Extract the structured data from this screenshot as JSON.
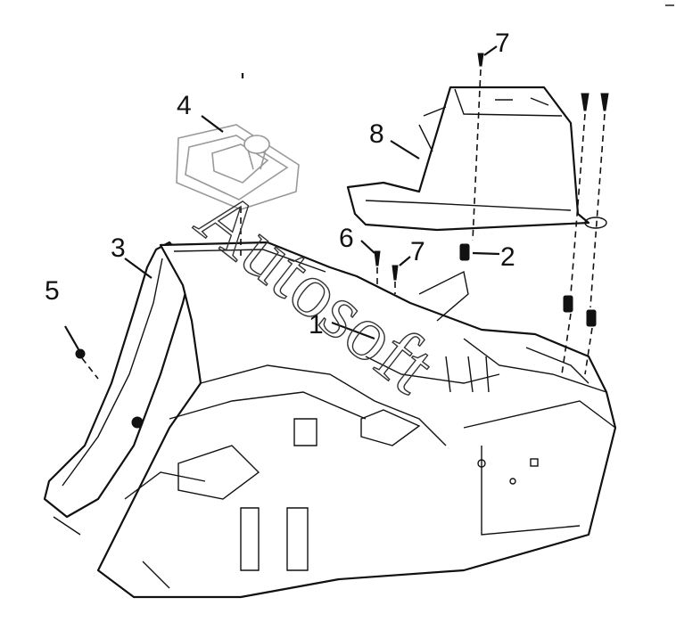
{
  "callouts": [
    {
      "id": "1",
      "text": "1"
    },
    {
      "id": "2",
      "text": "2"
    },
    {
      "id": "3",
      "text": "3"
    },
    {
      "id": "4",
      "text": "4"
    },
    {
      "id": "5",
      "text": "5"
    },
    {
      "id": "6",
      "text": "6"
    },
    {
      "id": "7a",
      "text": "7"
    },
    {
      "id": "7b",
      "text": "7"
    },
    {
      "id": "8",
      "text": "8"
    }
  ],
  "watermark": {
    "text": "Autosoft"
  },
  "colors": {
    "line": "#111111",
    "background": "#ffffff"
  }
}
